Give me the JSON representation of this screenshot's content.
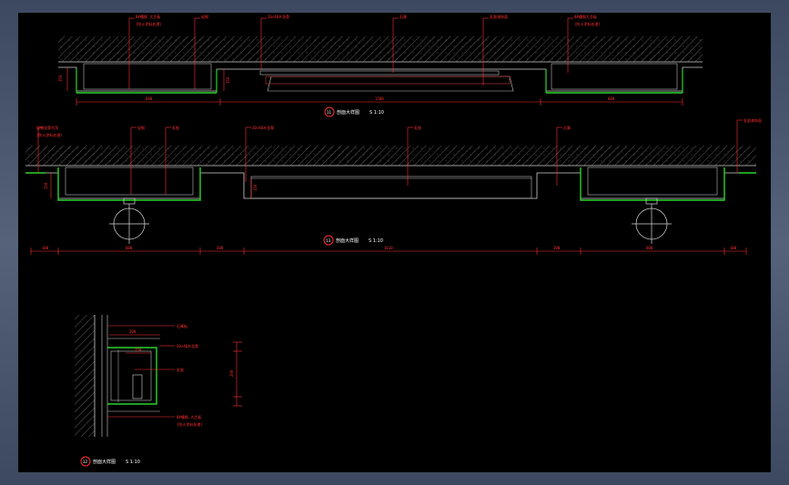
{
  "drawing": {
    "view1": {
      "title_number": "11",
      "title_text": "剖面大样图",
      "scale": "S 1:10",
      "callouts": [
        "8#槽钢 大芯板",
        "(防火涂料处理)",
        "轻钢",
        "20×40木龙骨",
        "石膏",
        "乳胶漆饰面",
        "8#槽钢大芯板",
        "(防火涂料处理)"
      ],
      "dims": [
        "600",
        "1200",
        "600"
      ],
      "side_dims": [
        "150",
        "150"
      ]
    },
    "view2": {
      "title_number": "13",
      "title_text": "剖面大样图",
      "scale": "S 1:10",
      "callouts": [
        "轻钢龙骨吊顶",
        "(防火涂料处理)",
        "轻钢",
        "乳胶",
        "20×40木龙骨",
        "乳胶",
        "石膏",
        "乳胶漆饰面"
      ],
      "dims": [
        "100",
        "600",
        "200",
        "1610",
        "200",
        "600",
        "100"
      ],
      "side_dims": [
        "150",
        "150"
      ]
    },
    "view3": {
      "title_number": "12",
      "title_text": "剖面大样图",
      "scale": "S 1:10",
      "callouts": [
        "石膏板",
        "20×40木龙骨",
        "乳胶",
        "8#槽钢 大芯板",
        "(防火涂料处理)"
      ],
      "dims": [
        "200",
        "150",
        "200"
      ]
    }
  }
}
